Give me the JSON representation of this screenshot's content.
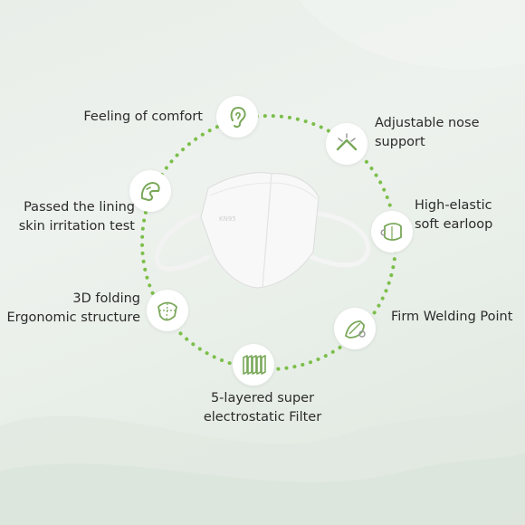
{
  "features": {
    "comfort": {
      "line1": "Feeling of comfort",
      "icon": "ear-icon"
    },
    "nose": {
      "line1": "Adjustable nose",
      "line2": "support",
      "icon": "nose-clip-icon"
    },
    "lining": {
      "line1": "Passed the lining",
      "line2": "skin irritation test",
      "icon": "skin-icon"
    },
    "earloop": {
      "line1": "High-elastic",
      "line2": "soft earloop",
      "icon": "earloop-icon"
    },
    "folding": {
      "line1": "3D folding",
      "line2": "Ergonomic structure",
      "icon": "mask-fold-icon"
    },
    "welding": {
      "line1": "Firm Welding Point",
      "icon": "welding-icon"
    },
    "filter": {
      "line1": "5-layered super",
      "line2": "electrostatic Filter",
      "icon": "filter-layers-icon"
    }
  },
  "mask_imprint": "KN95",
  "colors": {
    "accent": "#7cbf4a",
    "icon_stroke": "#7aa85a",
    "text": "#2b2b2b",
    "background": "#e9eee9"
  }
}
